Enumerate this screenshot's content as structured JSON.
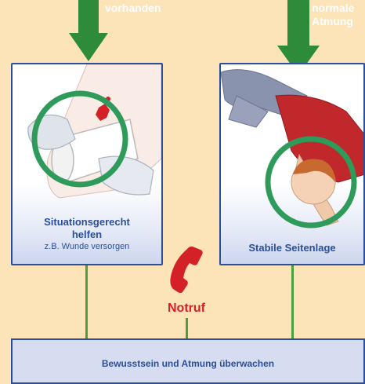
{
  "top_arrows": {
    "left_label": "vorhanden",
    "right_label_line1": "normale",
    "right_label_line2": "Atmung"
  },
  "left_card": {
    "title_line1": "Situationsgerecht",
    "title_line2": "helfen",
    "subtitle": "z.B. Wunde versorgen"
  },
  "right_card": {
    "title": "Stabile Seitenlage"
  },
  "center": {
    "label": "Notruf"
  },
  "bottom": {
    "text": "Bewusstsein und Atmung überwachen"
  },
  "colors": {
    "background": "#fce3b8",
    "arrow_green": "#2e8b3a",
    "line_green": "#4a9e3f",
    "card_border": "#2b4f9a",
    "text_blue": "#2b4f9a",
    "notruf_red": "#d42027"
  }
}
